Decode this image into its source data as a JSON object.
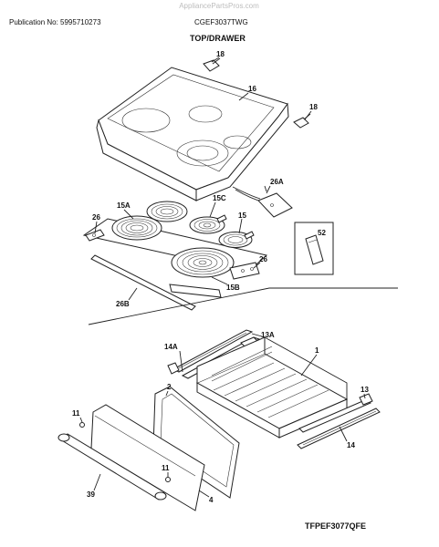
{
  "header": {
    "watermark": "AppliancePartsPros.com",
    "publication": "Publication No: 5995710273",
    "model": "CGEF3037TWG",
    "section_title": "TOP/DRAWER"
  },
  "footer": {
    "code": "TFPEF3077QFE"
  },
  "callouts": {
    "c18a": "18",
    "c16": "16",
    "c18b": "18",
    "c26a": "26A",
    "c15a": "15A",
    "c15c": "15C",
    "c26_left": "26",
    "c15": "15",
    "c52": "52",
    "c26_right": "26",
    "c15b": "15B",
    "c26b": "26B",
    "c13a": "13A",
    "c14a": "14A",
    "c1": "1",
    "c2": "2",
    "c13": "13",
    "c11a": "11",
    "c14": "14",
    "c11b": "11",
    "c39": "39",
    "c4": "4"
  }
}
